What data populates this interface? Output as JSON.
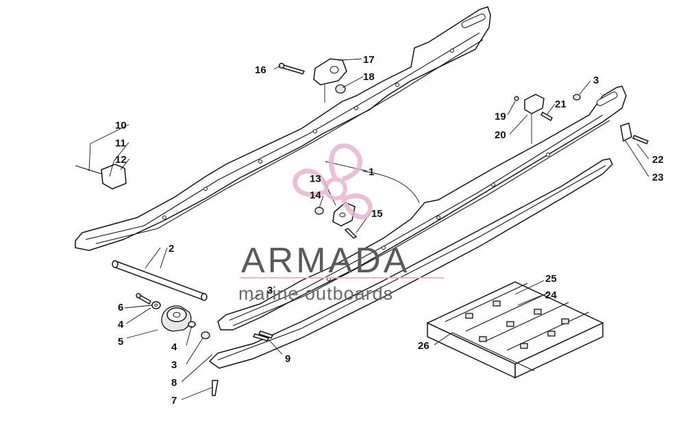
{
  "callouts": {
    "c1": "1",
    "c2": "2",
    "c3a": "3",
    "c3b": "3",
    "c3c": "3",
    "c4a": "4",
    "c4b": "4",
    "c5": "5",
    "c6": "6",
    "c7": "7",
    "c8": "8",
    "c9": "9",
    "c10": "10",
    "c11": "11",
    "c12": "12",
    "c13": "13",
    "c14": "14",
    "c15": "15",
    "c16": "16",
    "c17": "17",
    "c18": "18",
    "c19": "19",
    "c20": "20",
    "c21": "21",
    "c22": "22",
    "c23": "23",
    "c24": "24",
    "c25": "25",
    "c26": "26"
  },
  "watermark": {
    "brand": "ARMADA",
    "tagline": "marine outboards",
    "colors": {
      "logo": "#e8b4cf",
      "text": "#5a5a5a",
      "rule": "#e8b4cf"
    }
  }
}
